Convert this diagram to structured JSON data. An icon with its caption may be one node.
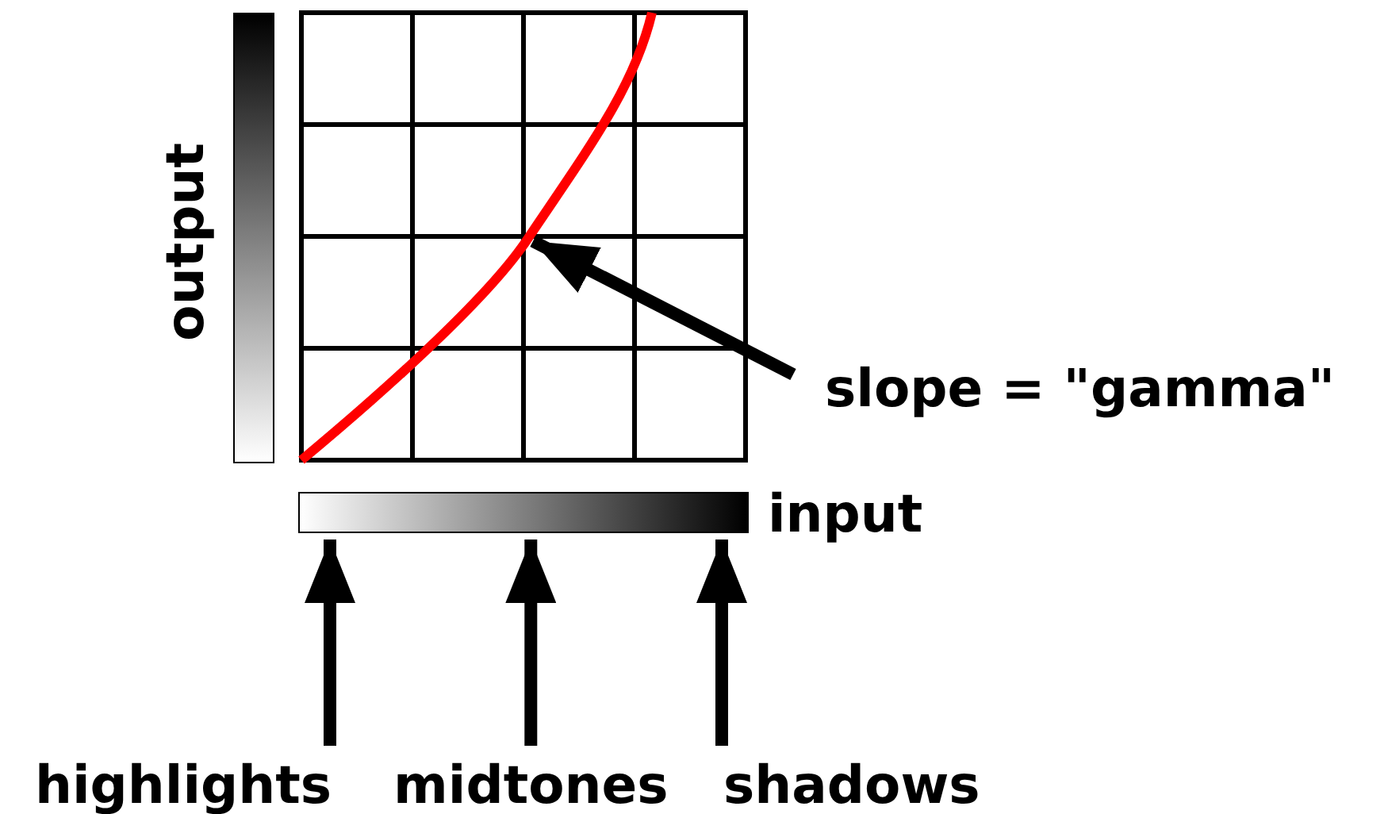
{
  "diagram": {
    "nodes": [
      {
        "text": [
          "slope  = \"gamma\""
        ]
      },
      {
        "text": [
          "input"
        ]
      },
      {
        "text": [
          "output"
        ]
      },
      {
        "text": [
          "highlights"
        ]
      },
      {
        "text": [
          "midtones"
        ]
      },
      {
        "text": [
          "shadows"
        ]
      }
    ],
    "edges": [
      {
        "from": 0,
        "to": null,
        "arrow": "to"
      },
      {
        "from": 3,
        "to": 1,
        "arrow": "to"
      },
      {
        "from": 4,
        "to": 1,
        "arrow": "to"
      },
      {
        "from": 5,
        "to": 1,
        "arrow": "to"
      }
    ]
  }
}
